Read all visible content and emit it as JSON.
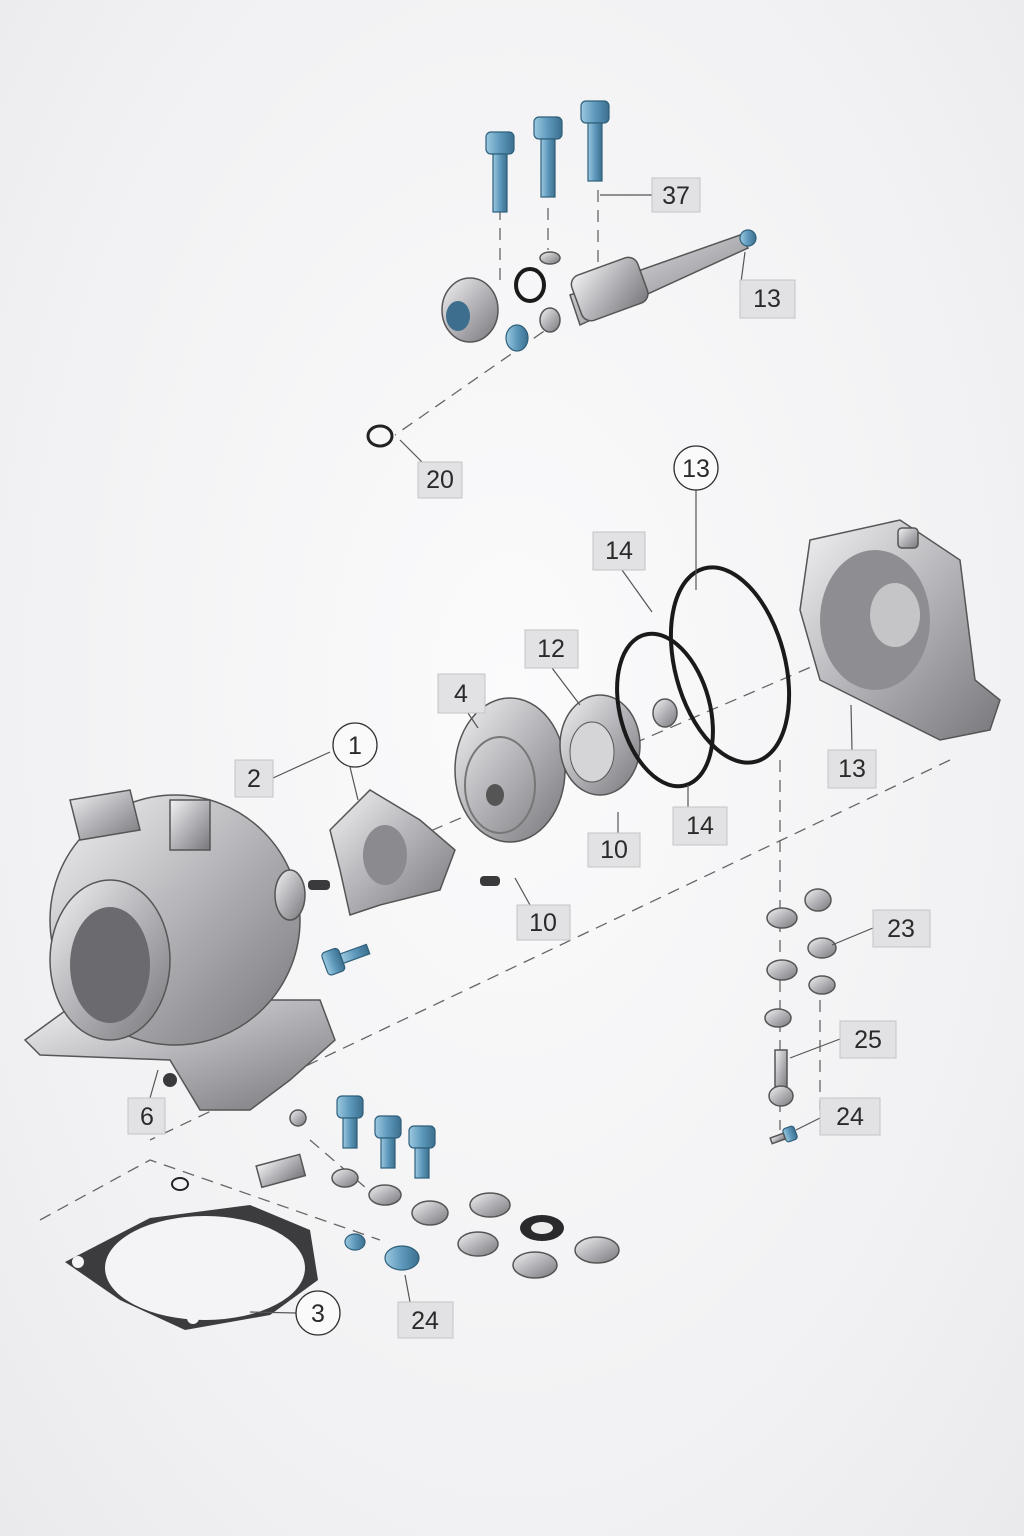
{
  "title": "Pump exploded view",
  "labels": [
    {
      "id": "37",
      "style": "box"
    },
    {
      "id": "13",
      "style": "box"
    },
    {
      "id": "20",
      "style": "box"
    },
    {
      "id": "13",
      "style": "circle"
    },
    {
      "id": "14",
      "style": "box"
    },
    {
      "id": "12",
      "style": "box"
    },
    {
      "id": "4",
      "style": "box"
    },
    {
      "id": "1",
      "style": "circle"
    },
    {
      "id": "2",
      "style": "box"
    },
    {
      "id": "13",
      "style": "box"
    },
    {
      "id": "14",
      "style": "box"
    },
    {
      "id": "10",
      "style": "box"
    },
    {
      "id": "10",
      "style": "box"
    },
    {
      "id": "23",
      "style": "box"
    },
    {
      "id": "25",
      "style": "box"
    },
    {
      "id": "24",
      "style": "box"
    },
    {
      "id": "6",
      "style": "box"
    },
    {
      "id": "3",
      "style": "circle"
    },
    {
      "id": "24",
      "style": "box"
    }
  ],
  "colors": {
    "metal": "#b8b8bc",
    "fastener": "#6fa8c8",
    "oring": "#1a1a1a"
  }
}
